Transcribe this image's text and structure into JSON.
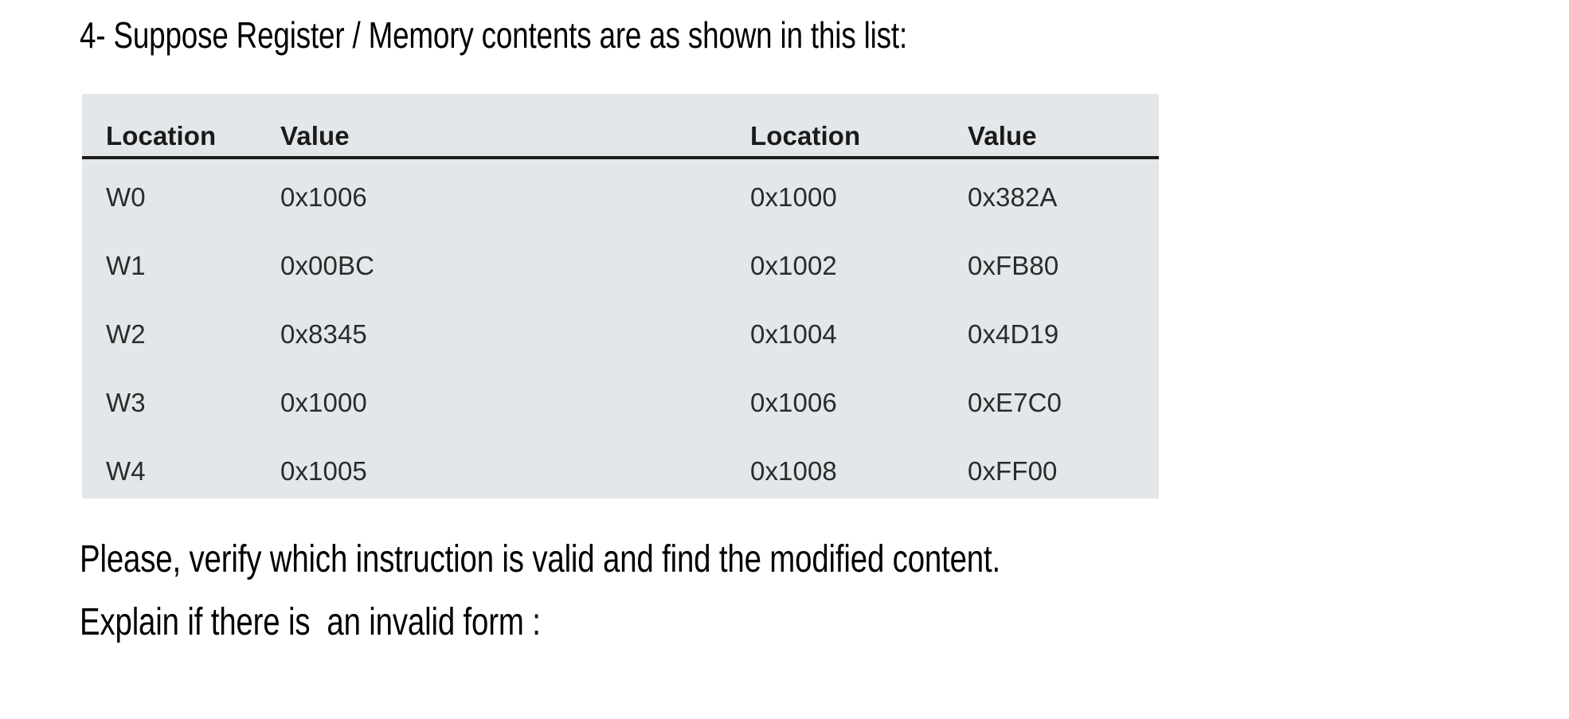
{
  "document": {
    "question_number": "4-",
    "question_line": "4- Suppose Register / Memory contents are as shown in this list:",
    "closing_line_1": "Please, verify which instruction is valid and find the modified content.",
    "closing_line_2": "Explain if there is  an invalid form :"
  },
  "table": {
    "background_color": "#e3e7e9",
    "header_rule_color": "#1c1c1c",
    "text_color": "#2b2b2b",
    "headers": {
      "location_left": "Location",
      "value_left": "Value",
      "location_right": "Location",
      "value_right": "Value"
    },
    "rows": [
      {
        "register": "W0",
        "register_value": "0x1006",
        "address": "0x1000",
        "address_value": "0x382A"
      },
      {
        "register": "W1",
        "register_value": "0x00BC",
        "address": "0x1002",
        "address_value": "0xFB80"
      },
      {
        "register": "W2",
        "register_value": "0x8345",
        "address": "0x1004",
        "address_value": "0x4D19"
      },
      {
        "register": "W3",
        "register_value": "0x1000",
        "address": "0x1006",
        "address_value": "0xE7C0"
      },
      {
        "register": "W4",
        "register_value": "0x1005",
        "address": "0x1008",
        "address_value": "0xFF00"
      }
    ]
  }
}
